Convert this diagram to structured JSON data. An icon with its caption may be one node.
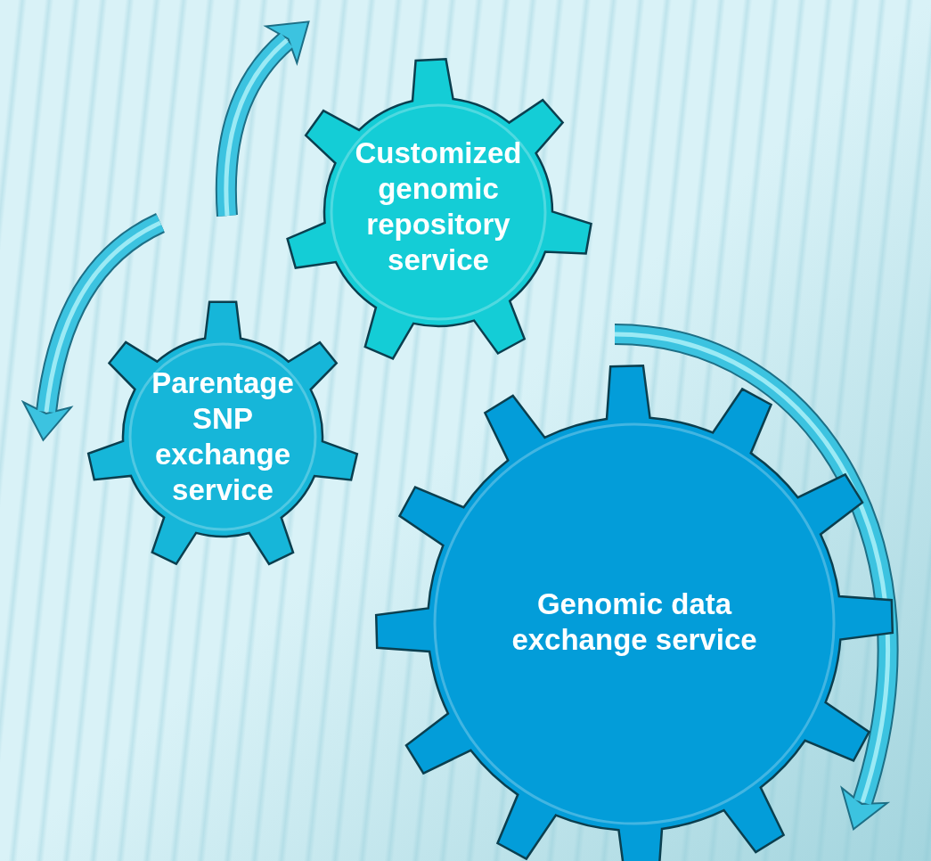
{
  "diagram": {
    "nodes": [
      {
        "text": [
          "Customized genomic repository service"
        ]
      },
      {
        "text": [
          "Parentage SNP exchange service"
        ]
      },
      {
        "text": [
          "Genomic data exchange service"
        ]
      }
    ]
  }
}
